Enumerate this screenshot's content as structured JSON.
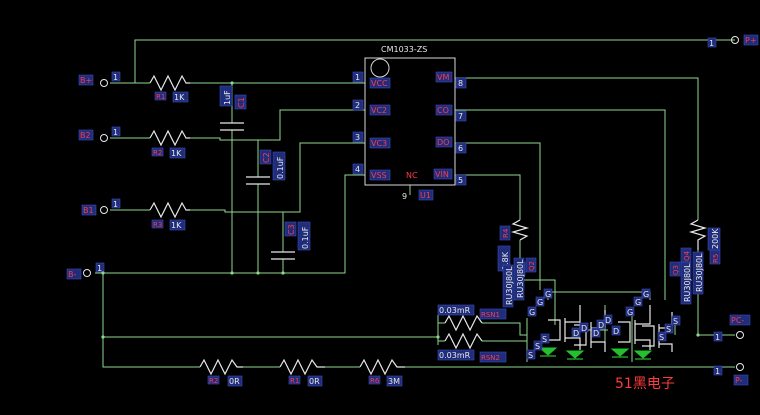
{
  "chip": {
    "name": "CM1033-ZS",
    "ref": "U1",
    "nc_label": "NC",
    "nc_pin": "9",
    "left_pins": [
      {
        "num": "1",
        "label": "VCC"
      },
      {
        "num": "2",
        "label": "VC2"
      },
      {
        "num": "3",
        "label": "VC3"
      },
      {
        "num": "4",
        "label": "VSS"
      }
    ],
    "right_pins": [
      {
        "num": "8",
        "label": "VM"
      },
      {
        "num": "7",
        "label": "CO"
      },
      {
        "num": "6",
        "label": "DO"
      },
      {
        "num": "5",
        "label": "VIN"
      }
    ]
  },
  "terminals": [
    {
      "label": "B+",
      "pin": "1"
    },
    {
      "label": "B2",
      "pin": "1"
    },
    {
      "label": "B1",
      "pin": "1"
    },
    {
      "label": "B-",
      "pin": "1"
    },
    {
      "label": "P+",
      "pin": "1"
    },
    {
      "label": "PC-",
      "pin": "1"
    },
    {
      "label": "P-",
      "pin": "1"
    }
  ],
  "resistors": [
    {
      "ref": "R1",
      "value": "1K"
    },
    {
      "ref": "R2",
      "value": "1K"
    },
    {
      "ref": "R3",
      "value": "1K"
    },
    {
      "ref": "R4",
      "value": "1.8K"
    },
    {
      "ref": "R5",
      "value": "200K"
    },
    {
      "ref": "RSN1",
      "value": "0.03mR"
    },
    {
      "ref": "RSN2",
      "value": "0.03mR"
    },
    {
      "ref": "R2",
      "value": "0R"
    },
    {
      "ref": "R1",
      "value": "0R"
    },
    {
      "ref": "R6",
      "value": "3M"
    }
  ],
  "capacitors": [
    {
      "ref": "C1",
      "value": "1uF"
    },
    {
      "ref": "C2",
      "value": "0.1uF"
    },
    {
      "ref": "C3",
      "value": "0.1uF"
    }
  ],
  "mosfets": [
    {
      "ref": "Q1",
      "part": "RU30J80L"
    },
    {
      "ref": "Q2",
      "part": "RU30J80L"
    },
    {
      "ref": "Q3",
      "part": "RU30J80L"
    },
    {
      "ref": "Q4",
      "part": "RU30J80L"
    }
  ],
  "fet_pin_labels": {
    "gate": "G",
    "drain": "D",
    "source": "S"
  },
  "watermark": "51黑电子"
}
